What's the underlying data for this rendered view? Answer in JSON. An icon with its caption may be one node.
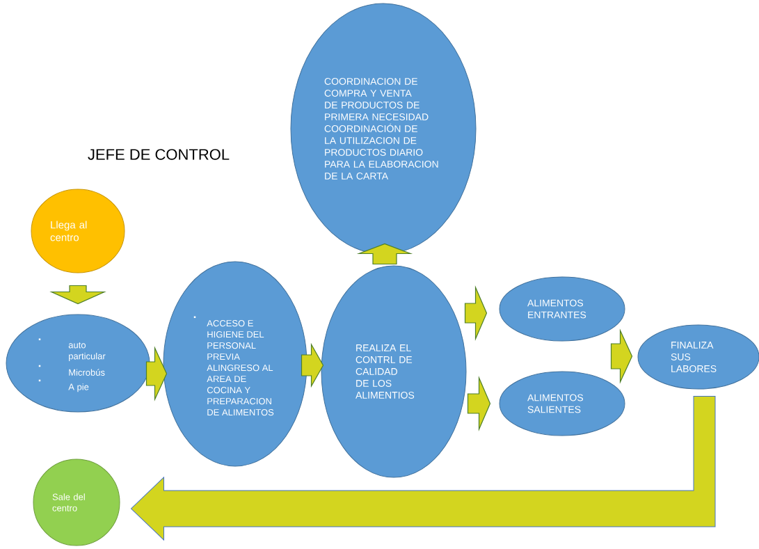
{
  "diagram": {
    "title": "JEFE DE CONTROL",
    "nodes": [
      {
        "text": [
          "Llega al centro"
        ]
      },
      {
        "text": [
          "auto particular",
          "Microbús",
          "A pie"
        ]
      },
      {
        "text": [
          "ACCESO E HIGIENE DEL PERSONAL PREVIA ALINGRESO AL AREA DE COCINA Y PREPARACION DE ALIMENTOS"
        ]
      },
      {
        "text": [
          "REALIZA EL CONTRL DE CALIDAD DE LOS ALIMENTIOS"
        ]
      },
      {
        "text": [
          "COORDINACION DE COMPRA Y VENTA DE PRODUCTOS DE PRIMERA NECESIDAD",
          "COORDINACIÓN DE LA UTILIZACION DE PRODUCTOS DIARIO PARA LA ELABORACION DE LA CARTA"
        ]
      },
      {
        "text": [
          "ALIMENTOS ENTRANTES"
        ]
      },
      {
        "text": [
          "ALIMENTOS SALIENTES"
        ]
      },
      {
        "text": [
          "FINALIZA SUS LABORES"
        ]
      },
      {
        "text": [
          "Sale del centro"
        ]
      }
    ],
    "edges": [
      {
        "from": 0,
        "to": 1,
        "arrow": "to"
      },
      {
        "from": 1,
        "to": 2,
        "arrow": "to"
      },
      {
        "from": 2,
        "to": 3,
        "arrow": "to"
      },
      {
        "from": 3,
        "to": 4,
        "arrow": "to"
      },
      {
        "from": 3,
        "to": 5,
        "arrow": "to"
      },
      {
        "from": 3,
        "to": 6,
        "arrow": "to"
      },
      {
        "from": 5,
        "to": 7,
        "arrow": "to"
      },
      {
        "from": 6,
        "to": 7,
        "arrow": "to"
      },
      {
        "from": 7,
        "to": 8,
        "arrow": "to"
      }
    ]
  }
}
